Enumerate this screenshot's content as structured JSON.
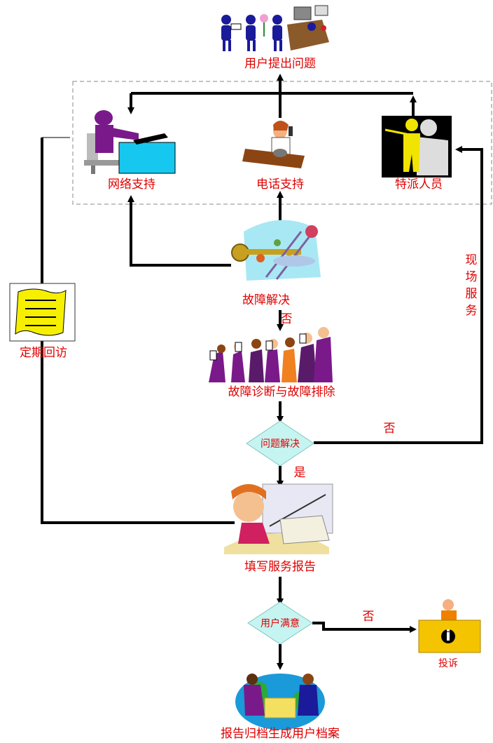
{
  "nodes": {
    "user_request": "用户提出问题",
    "network_support": "网络支持",
    "phone_support": "电话支持",
    "dispatch_staff": "特派人员",
    "fault_resolved": "故障解决",
    "diagnosis": "故障诊断与故障排除",
    "problem_resolved": "问题解决",
    "service_report": "填写服务报告",
    "user_satisfied": "用户满意",
    "complaint": "投诉",
    "archive": "报告归档生成用户档案",
    "periodic_visit": "定期回访"
  },
  "edges": {
    "fault_no": "否",
    "problem_no": "否",
    "problem_yes": "是",
    "satisfied_no": "否",
    "onsite_line1": "现",
    "onsite_line2": "场",
    "onsite_line3": "服",
    "onsite_line4": "务"
  },
  "colors": {
    "label": "#e00000",
    "diamond_fill": "#c6f4f0",
    "diamond_stroke": "#7fc8c4",
    "connector": "#000000",
    "note_fill": "#f6ef00",
    "complaint_box": "#f4c400"
  },
  "icons": {
    "user_request": "users-with-desk-icon",
    "network_support": "computer-operator-icon",
    "phone_support": "phone-agent-icon",
    "dispatch_staff": "dispatch-person-icon",
    "fault_resolved": "key-ladder-icon",
    "diagnosis": "team-icon",
    "service_report": "report-writer-icon",
    "complaint": "complaint-desk-icon",
    "archive": "handshake-globe-icon",
    "periodic_visit": "document-icon"
  }
}
